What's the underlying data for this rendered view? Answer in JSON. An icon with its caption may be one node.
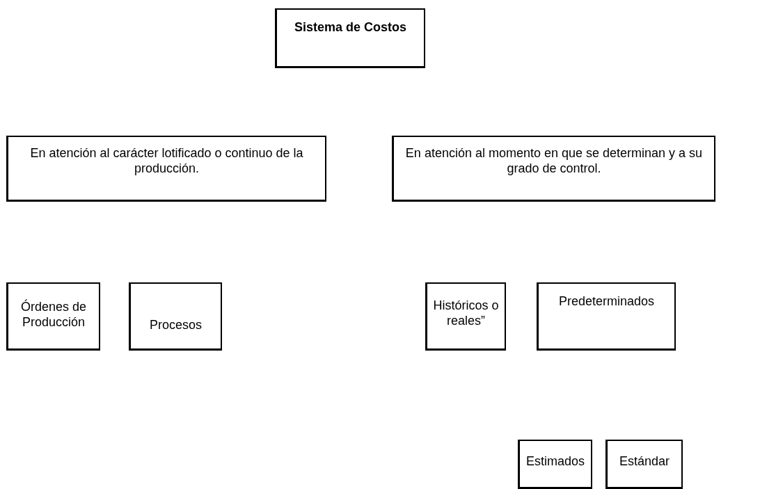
{
  "diagram": {
    "nodes": [
      {
        "text": [
          "Sistema de Costos"
        ]
      },
      {
        "text": [
          "En atención al carácter lotificado o continuo de la producción."
        ]
      },
      {
        "text": [
          "En atención al momento en que se determinan y a su grado de control."
        ]
      },
      {
        "text": [
          "Órdenes de Producción"
        ]
      },
      {
        "text": [
          "Procesos"
        ]
      },
      {
        "text": [
          "Históricos o reales”"
        ]
      },
      {
        "text": [
          "Predeterminados"
        ]
      },
      {
        "text": [
          "Estimados"
        ]
      },
      {
        "text": [
          "Estándar"
        ]
      }
    ]
  }
}
